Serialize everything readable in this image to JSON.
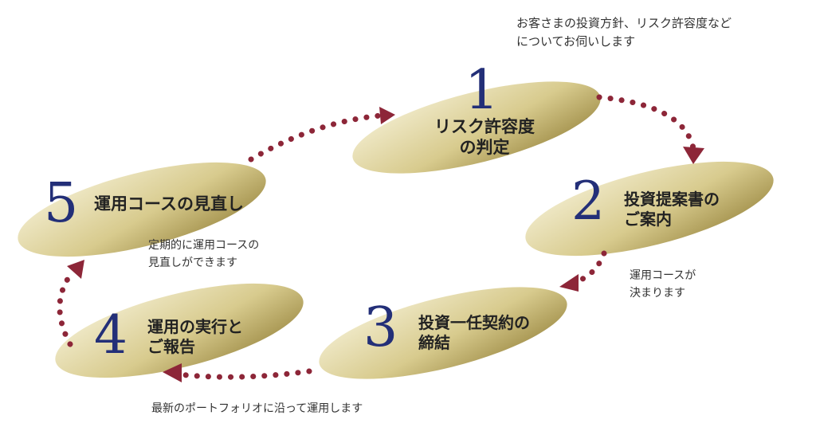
{
  "colors": {
    "ellipse_light": "#f5f0d5",
    "ellipse_mid": "#d8cb8e",
    "ellipse_dark": "#96833c",
    "arrow": "#8d2638",
    "number": "#232f78",
    "text": "#222222"
  },
  "steps": [
    {
      "number": "1",
      "title": [
        "リスク許容度",
        "の判定"
      ]
    },
    {
      "number": "2",
      "title": [
        "投資提案書の",
        "ご案内"
      ]
    },
    {
      "number": "3",
      "title": [
        "投資一任契約の",
        "締結"
      ]
    },
    {
      "number": "4",
      "title": [
        "運用の実行と",
        "ご報告"
      ]
    },
    {
      "number": "5",
      "title": [
        "運用コースの見直し"
      ]
    }
  ],
  "notes": {
    "step1": [
      "お客さまの投資方針、リスク許容度など",
      "についてお伺いします"
    ],
    "step2": [
      "運用コースが",
      "決まります"
    ],
    "step4": "最新のポートフォリオに沿って運用します",
    "step5": [
      "定期的に運用コースの",
      "見直しができます"
    ]
  }
}
